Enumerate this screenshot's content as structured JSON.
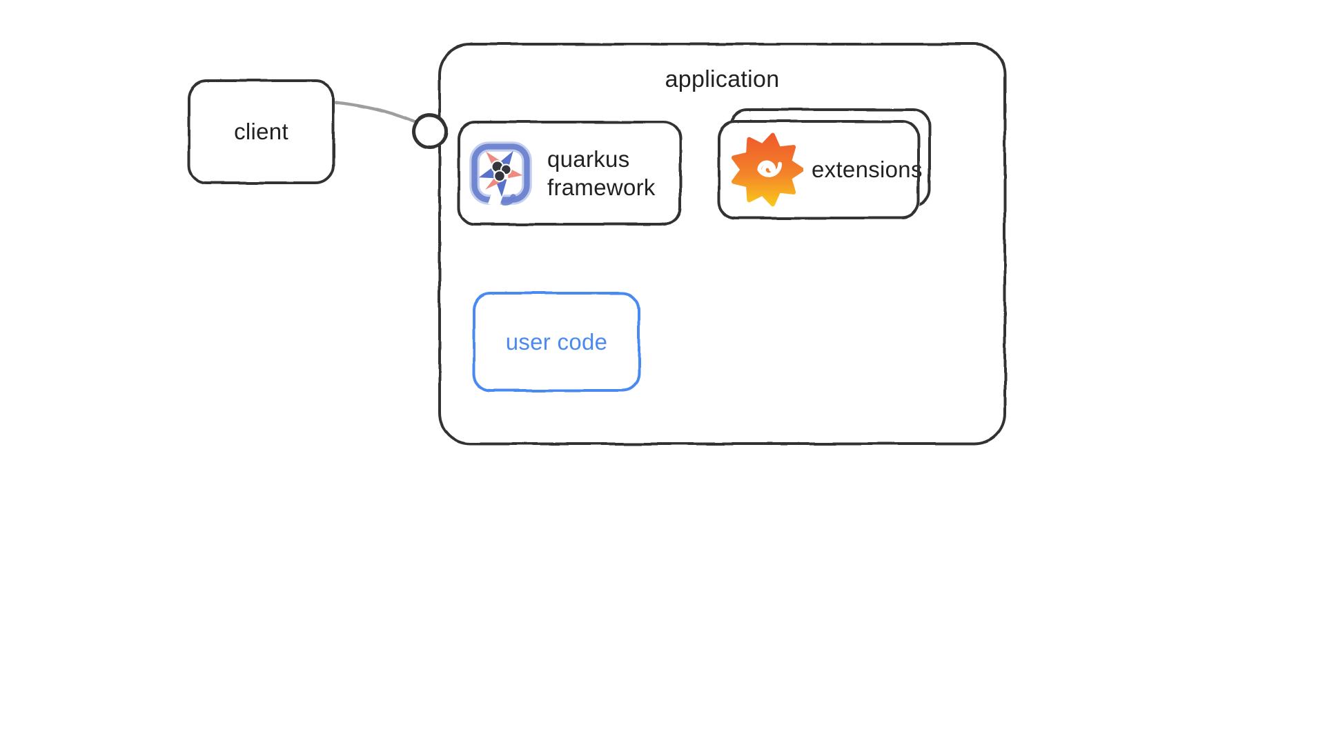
{
  "colors": {
    "stroke-dark": "#333333",
    "text-dark": "#212121",
    "connector-gray": "#9e9e9e",
    "accent-blue": "#4a89f2",
    "canvas-bg": "#ffffff"
  },
  "diagram": {
    "client": {
      "label": "client"
    },
    "application": {
      "label": "application"
    },
    "quarkus": {
      "label_line1": "quarkus",
      "label_line2": "framework",
      "icon": "quarkus-logo"
    },
    "extensions": {
      "label": "extensions",
      "icon": "grafana-logo",
      "stacked": "true"
    },
    "user_code": {
      "label": "user code"
    }
  }
}
